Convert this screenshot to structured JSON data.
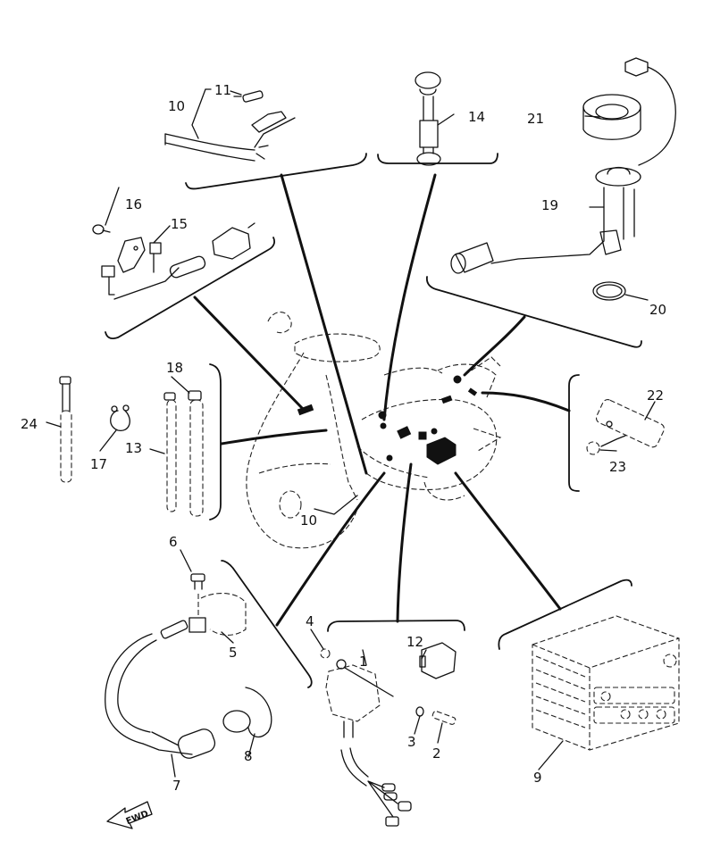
{
  "diagram": {
    "type": "exploded parts diagram",
    "subject": "scooter electrical components",
    "callouts": [
      {
        "id": "p1",
        "label": "1"
      },
      {
        "id": "p2",
        "label": "2"
      },
      {
        "id": "p3",
        "label": "3"
      },
      {
        "id": "p4",
        "label": "4"
      },
      {
        "id": "p5",
        "label": "5"
      },
      {
        "id": "p6",
        "label": "6"
      },
      {
        "id": "p7",
        "label": "7"
      },
      {
        "id": "p8",
        "label": "8"
      },
      {
        "id": "p9",
        "label": "9"
      },
      {
        "id": "p10a",
        "label": "10"
      },
      {
        "id": "p10b",
        "label": "10"
      },
      {
        "id": "p11",
        "label": "11"
      },
      {
        "id": "p12",
        "label": "12"
      },
      {
        "id": "p13",
        "label": "13"
      },
      {
        "id": "p14",
        "label": "14"
      },
      {
        "id": "p15",
        "label": "15"
      },
      {
        "id": "p16",
        "label": "16"
      },
      {
        "id": "p17",
        "label": "17"
      },
      {
        "id": "p18",
        "label": "18"
      },
      {
        "id": "p19",
        "label": "19"
      },
      {
        "id": "p20",
        "label": "20"
      },
      {
        "id": "p21",
        "label": "21"
      },
      {
        "id": "p22",
        "label": "22"
      },
      {
        "id": "p23",
        "label": "23"
      },
      {
        "id": "p24",
        "label": "24"
      }
    ],
    "direction_indicator": "FWD"
  }
}
